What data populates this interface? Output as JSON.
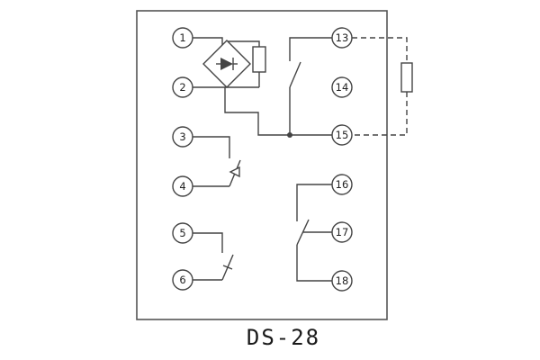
{
  "diagram": {
    "caption": "DS-28",
    "terminals": {
      "t1": "1",
      "t2": "2",
      "t3": "3",
      "t4": "4",
      "t5": "5",
      "t6": "6",
      "t13": "13",
      "t14": "14",
      "t15": "15",
      "t16": "16",
      "t17": "17",
      "t18": "18"
    },
    "symbols": [
      "bridge-rectifier-icon",
      "diode-icon",
      "relay-coil-icon",
      "resistor-icon",
      "switch-contact-icon"
    ],
    "colors": {
      "line": "#444444",
      "background": "#ffffff",
      "text": "#222222"
    }
  }
}
